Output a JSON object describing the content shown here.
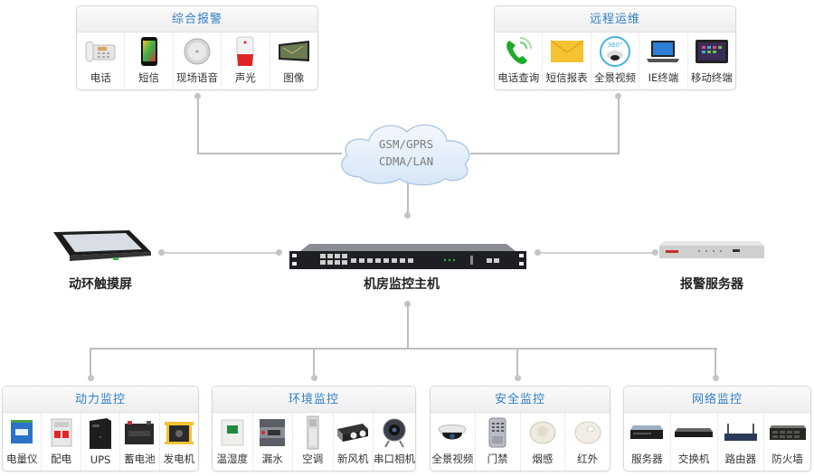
{
  "top_panels": [
    {
      "title": "综合报警",
      "items": [
        {
          "label": "电话",
          "icon": "desk-phone-icon"
        },
        {
          "label": "短信",
          "icon": "smartphone-icon"
        },
        {
          "label": "现场语音",
          "icon": "ceiling-speaker-icon"
        },
        {
          "label": "声光",
          "icon": "strobe-siren-icon"
        },
        {
          "label": "图像",
          "icon": "video-monitor-icon"
        }
      ]
    },
    {
      "title": "远程运维",
      "items": [
        {
          "label": "电话查询",
          "icon": "phone-call-icon"
        },
        {
          "label": "短信报表",
          "icon": "envelope-icon"
        },
        {
          "label": "全景视频",
          "icon": "360-camera-icon"
        },
        {
          "label": "IE终端",
          "icon": "laptop-icon"
        },
        {
          "label": "移动终端",
          "icon": "tablet-icon"
        }
      ]
    }
  ],
  "cloud": {
    "line1": "GSM/GPRS",
    "line2": "CDMA/LAN"
  },
  "devices": {
    "touchscreen": "动环触摸屏",
    "host": "机房监控主机",
    "alarm_server": "报警服务器"
  },
  "bottom_panels": [
    {
      "title": "动力监控",
      "items": [
        {
          "label": "电量仪",
          "icon": "power-meter-icon"
        },
        {
          "label": "配电",
          "icon": "circuit-breaker-icon"
        },
        {
          "label": "UPS",
          "icon": "ups-icon"
        },
        {
          "label": "蓄电池",
          "icon": "battery-icon"
        },
        {
          "label": "发电机",
          "icon": "generator-icon"
        }
      ]
    },
    {
      "title": "环境监控",
      "items": [
        {
          "label": "温湿度",
          "icon": "thermo-hygrometer-icon"
        },
        {
          "label": "漏水",
          "icon": "water-leak-sensor-icon"
        },
        {
          "label": "空调",
          "icon": "air-conditioner-icon"
        },
        {
          "label": "新风机",
          "icon": "fresh-air-unit-icon"
        },
        {
          "label": "串口相机",
          "icon": "serial-camera-icon"
        }
      ]
    },
    {
      "title": "安全监控",
      "items": [
        {
          "label": "全景视频",
          "icon": "dome-camera-icon"
        },
        {
          "label": "门禁",
          "icon": "access-keypad-icon"
        },
        {
          "label": "烟感",
          "icon": "smoke-detector-icon"
        },
        {
          "label": "红外",
          "icon": "infrared-sensor-icon"
        }
      ]
    },
    {
      "title": "网络监控",
      "items": [
        {
          "label": "服务器",
          "icon": "rack-server-icon"
        },
        {
          "label": "交换机",
          "icon": "network-switch-icon"
        },
        {
          "label": "路由器",
          "icon": "router-icon"
        },
        {
          "label": "防火墙",
          "icon": "firewall-icon"
        }
      ]
    }
  ],
  "colors": {
    "title_blue": "#2f7fc6",
    "line_gray": "#bdbdbd",
    "cloud_fill": "#e6f0fb"
  }
}
